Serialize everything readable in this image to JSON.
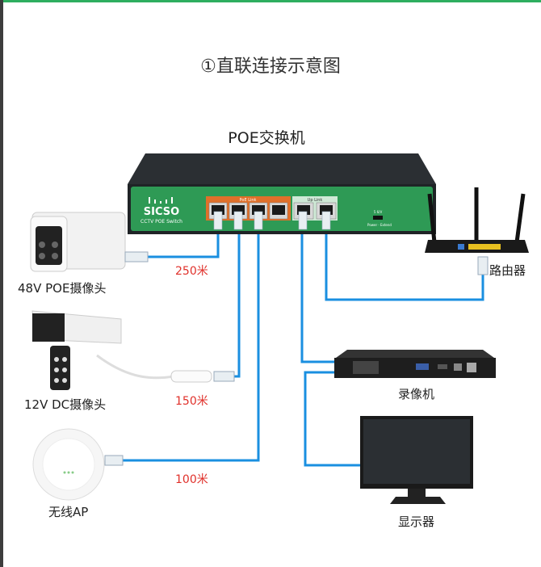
{
  "title": "①直联连接示意图",
  "switch": {
    "label": "POE交换机",
    "brand": "SICSO",
    "subtitle": "CCTV POE Switch",
    "poe_group": "PoE Link",
    "uplink_group": "Up Link"
  },
  "devices": {
    "camera_poe": "48V POE摄像头",
    "camera_dc": "12V DC摄像头",
    "ap": "无线AP",
    "router": "路由器",
    "nvr": "录像机",
    "monitor": "显示器"
  },
  "distances": {
    "camera_poe": "250米",
    "camera_dc": "150米",
    "ap": "100米"
  },
  "colors": {
    "cable": "#1a8fe0",
    "distance_text": "#e0302a",
    "switch_panel": "#2e9a55",
    "poe_ports": "#e0702a",
    "top_bar": "#2eae5f"
  }
}
